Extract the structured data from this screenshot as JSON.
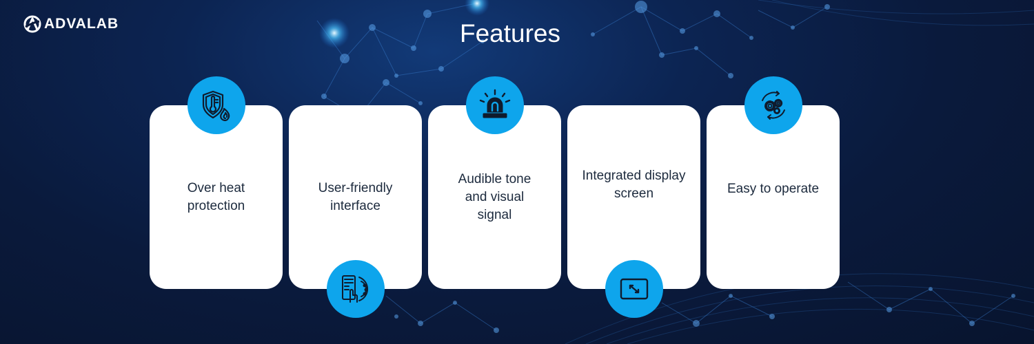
{
  "brand": {
    "name": "ADVALAB"
  },
  "page": {
    "title": "Features"
  },
  "features": [
    {
      "label": "Over heat protection",
      "icon": "shield-thermometer-flame-icon"
    },
    {
      "label": "User-friendly interface",
      "icon": "touch-interface-hand-icon"
    },
    {
      "label": "Audible tone and visual signal",
      "icon": "siren-alarm-icon"
    },
    {
      "label": "Integrated display screen",
      "icon": "display-screen-icon"
    },
    {
      "label": "Easy to operate",
      "icon": "gears-cycle-icon"
    }
  ],
  "colors": {
    "accent": "#0ea5ec",
    "card": "#ffffff",
    "text": "#1c2a3d",
    "background": "#0a1a3c"
  }
}
